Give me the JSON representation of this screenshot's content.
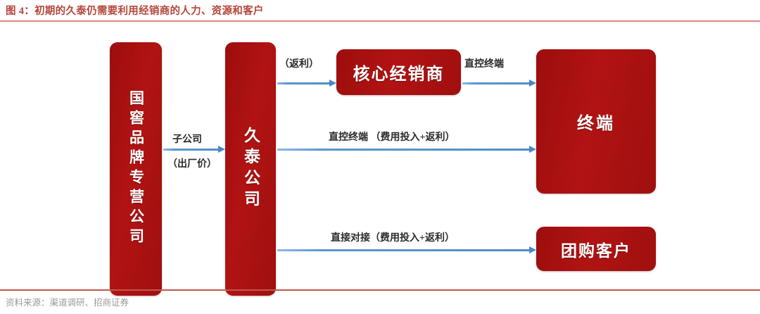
{
  "figure": {
    "title": "图 4：初期的久泰仍需要利用经销商的人力、资源和客户",
    "source": "资料来源：渠道调研、招商证券"
  },
  "colors": {
    "title_text": "#b4453a",
    "title_rule": "#d9897f",
    "footer_rule": "#c0584c",
    "node_fill": "#a91010",
    "node_text": "#ffffff",
    "arrow": "#4f8dcc",
    "source_text": "#9b9b9b"
  },
  "nodes": [
    {
      "id": "guojiao",
      "label": "国窖品牌专营公司",
      "orientation": "vertical"
    },
    {
      "id": "jiutai",
      "label": "久泰公司",
      "orientation": "vertical"
    },
    {
      "id": "core_dealer",
      "label": "核心经销商",
      "orientation": "horizontal"
    },
    {
      "id": "terminal",
      "label": "终端",
      "orientation": "horizontal"
    },
    {
      "id": "group_buy",
      "label": "团购客户",
      "orientation": "horizontal"
    }
  ],
  "arrows": [
    {
      "id": "sub",
      "from": "guojiao",
      "to": "jiutai",
      "label_above": "子公司",
      "label_below": "（出厂价）"
    },
    {
      "id": "rebate",
      "from": "jiutai",
      "to": "core_dealer",
      "label_above": "（返利）",
      "label_below": ""
    },
    {
      "id": "dealer_terminal",
      "from": "core_dealer",
      "to": "terminal",
      "label_above": "直控终端",
      "label_below": ""
    },
    {
      "id": "direct_terminal",
      "from": "jiutai",
      "to": "terminal",
      "label_above": "直控终端 （费用投入+返利）",
      "label_below": ""
    },
    {
      "id": "direct_group",
      "from": "jiutai",
      "to": "group_buy",
      "label_above": "直接对接（费用投入+返利）",
      "label_below": ""
    }
  ]
}
